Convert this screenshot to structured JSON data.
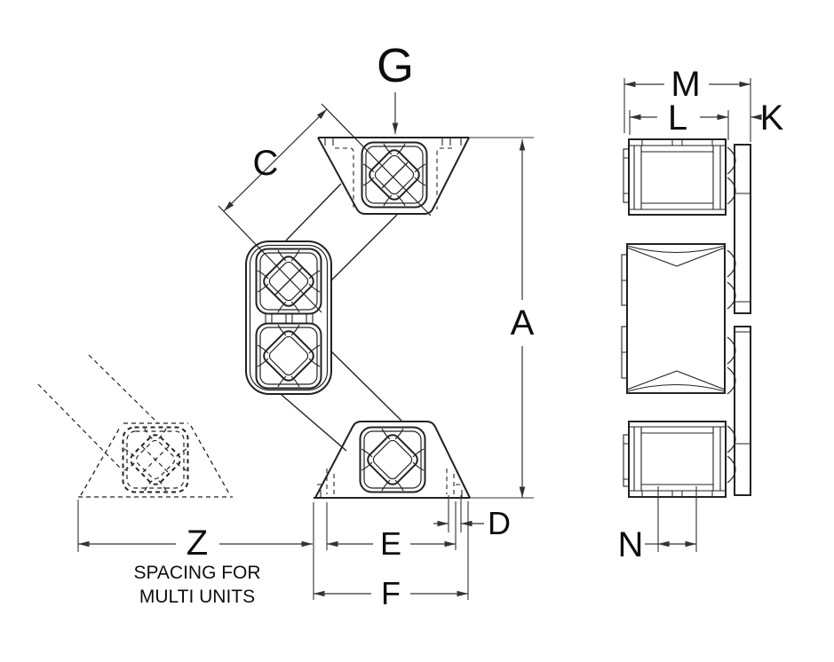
{
  "drawing": {
    "title": "multi-unit pad mount dimension drawing",
    "colors": {
      "background": "#ffffff",
      "object_lines": "#222222",
      "dimension_lines": "#333333",
      "text": "#0d0d0d"
    },
    "labels": {
      "g": "G",
      "c": "C",
      "a": "A",
      "d": "D",
      "e": "E",
      "f": "F",
      "z": "Z",
      "n": "N",
      "m": "M",
      "l": "L",
      "k": "K"
    },
    "note": {
      "line1": "SPACING FOR",
      "line2": "MULTI UNITS"
    }
  }
}
